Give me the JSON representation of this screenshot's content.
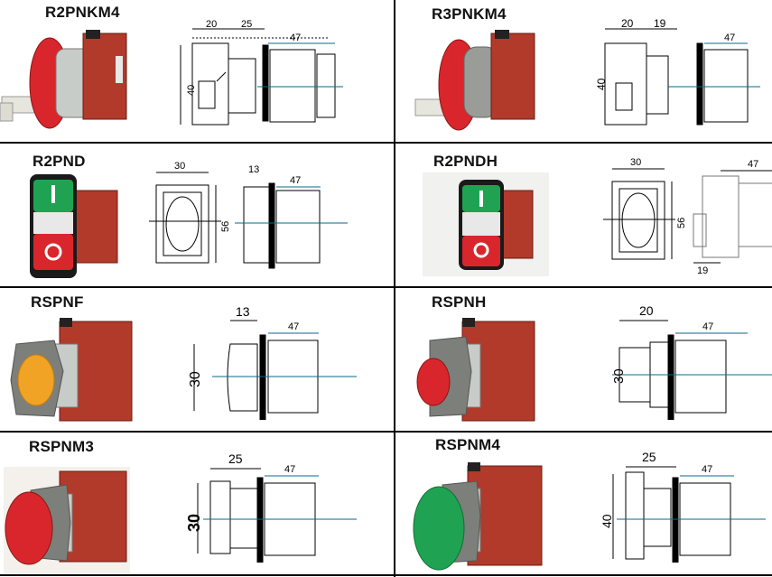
{
  "products": [
    {
      "code": "R2PNKM4",
      "dims": {
        "d1": "20",
        "d2": "25",
        "d3": "47",
        "dia": "40"
      }
    },
    {
      "code": "R3PNKM4",
      "dims": {
        "d1": "20",
        "d2": "19",
        "d3": "47",
        "dia": "40"
      }
    },
    {
      "code": "R2PND",
      "dims": {
        "w": "30",
        "h": "56",
        "d1": "13",
        "d3": "47"
      }
    },
    {
      "code": "R2PNDH",
      "dims": {
        "w": "30",
        "h": "56",
        "d3": "47",
        "d4": "19"
      }
    },
    {
      "code": "RSPNF",
      "dims": {
        "d1": "13",
        "d3": "47",
        "dia": "30"
      }
    },
    {
      "code": "RSPNH",
      "dims": {
        "d1": "20",
        "d3": "47",
        "dia": "30"
      }
    },
    {
      "code": "RSPNM3",
      "dims": {
        "d1": "25",
        "d3": "47",
        "dia": "30"
      }
    },
    {
      "code": "RSPNM4",
      "dims": {
        "d1": "25",
        "d3": "47",
        "dia": "40"
      }
    }
  ],
  "colors": {
    "body_red": "#b23a2a",
    "cap_red": "#d9262c",
    "cap_green": "#1fa352",
    "cap_yellow": "#f0a324",
    "bezel_gray": "#7d7f7a",
    "metal": "#c8ccc8"
  }
}
